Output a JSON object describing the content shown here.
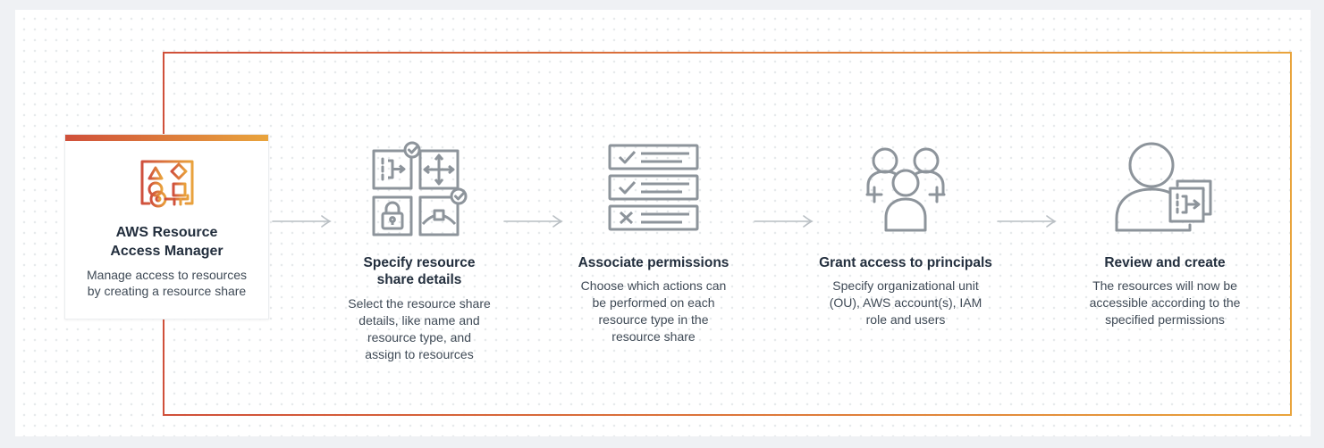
{
  "source_card": {
    "title": "AWS Resource Access Manager",
    "description": "Manage access to resources by creating a resource share"
  },
  "steps": [
    {
      "title": "Specify resource share details",
      "description": "Select the resource share details, like name and resource type, and assign to resources"
    },
    {
      "title": "Associate permissions",
      "description": "Choose which actions can be performed on each resource type in the resource share"
    },
    {
      "title": "Grant access to principals",
      "description": "Specify organizational unit (OU), AWS account(s), IAM role and users"
    },
    {
      "title": "Review and create",
      "description": "The resources will now be accessible according to the specified permissions"
    }
  ],
  "icons": {
    "card": "ram-shapes-key-icon",
    "step1": "resource-tiles-check-icon",
    "step2": "permissions-checklist-icon",
    "step3": "principals-group-icon",
    "step4": "review-person-documents-icon",
    "connector": "right-arrow-icon"
  },
  "colors": {
    "accent_gradient_start": "#d0503a",
    "accent_gradient_end": "#e9a43c",
    "icon_gray": "#8d949b",
    "arrow_gray": "#b9bfc4",
    "title_text": "#232f3e",
    "body_text": "#3f4a56",
    "canvas_background": "#eff1f4",
    "panel_background": "#ffffff"
  }
}
